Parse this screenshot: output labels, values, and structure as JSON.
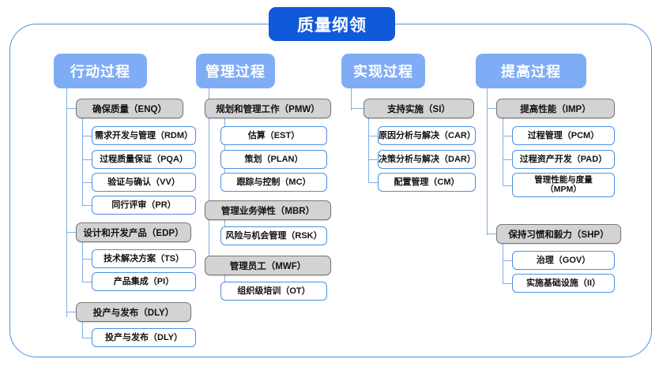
{
  "root": {
    "label": "质量纲领"
  },
  "frame": {
    "accent": "#4a90e2",
    "root_color": "#1059d8",
    "header_color": "#7fadf5",
    "group_color": "#d3d3d3"
  },
  "columns": [
    {
      "id": "action-process",
      "header": "行动过程",
      "groups": [
        {
          "label": "确保质量（ENQ）",
          "children": [
            "需求开发与管理（RDM）",
            "过程质量保证（PQA）",
            "验证与确认（VV）",
            "同行评审（PR）"
          ]
        },
        {
          "label": "设计和开发产品（EDP）",
          "children": [
            "技术解决方案（TS）",
            "产品集成（PI）"
          ]
        },
        {
          "label": "投产与发布（DLY）",
          "children": [
            "投产与发布（DLY）"
          ]
        }
      ]
    },
    {
      "id": "management-process",
      "header": "管理过程",
      "groups": [
        {
          "label": "规划和管理工作（PMW）",
          "children": [
            "估算（EST）",
            "策划（PLAN）",
            "跟踪与控制（MC）"
          ]
        },
        {
          "label": "管理业务弹性（MBR）",
          "children": [
            "风险与机会管理（RSK）"
          ]
        },
        {
          "label": "管理员工（MWF）",
          "children": [
            "组织级培训（OT）"
          ]
        }
      ]
    },
    {
      "id": "realization-process",
      "header": "实现过程",
      "groups": [
        {
          "label": "支持实施（SI）",
          "children": [
            "原因分析与解决（CAR）",
            "决策分析与解决（DAR）",
            "配置管理（CM）"
          ]
        }
      ]
    },
    {
      "id": "improvement-process",
      "header": "提高过程",
      "groups": [
        {
          "label": "提高性能（IMP）",
          "children": [
            "过程管理（PCM）",
            "过程资产开发（PAD）",
            "管理性能与度量\n（MPM）"
          ]
        },
        {
          "label": "保持习惯和毅力（SHP）",
          "children": [
            "治理（GOV）",
            "实施基础设施（II）"
          ]
        }
      ]
    }
  ]
}
